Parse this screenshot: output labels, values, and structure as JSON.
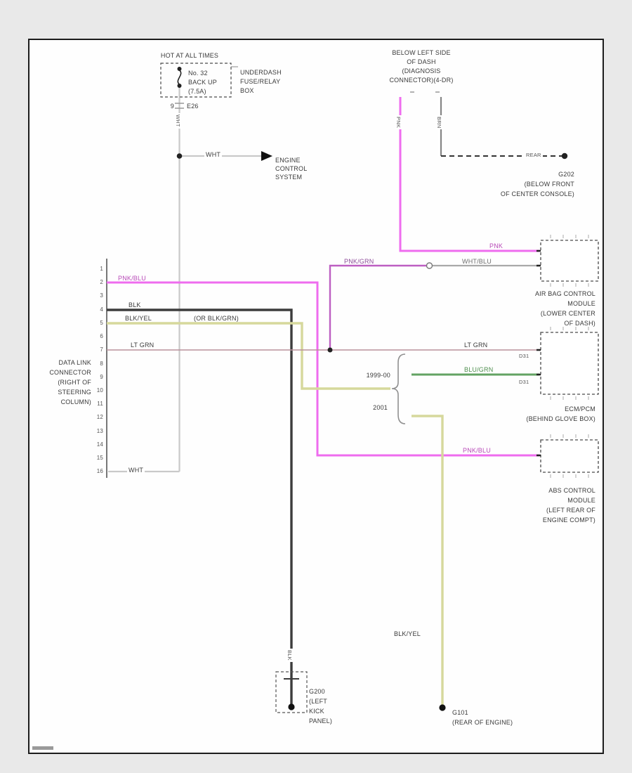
{
  "power": {
    "hot_label": "HOT AT ALL TIMES",
    "fuse": [
      "No. 32",
      "BACK UP",
      "(7.5A)"
    ],
    "fuse_box": [
      "UNDERDASH",
      "FUSE/RELAY",
      "BOX"
    ],
    "pin": "9",
    "connector": "E26",
    "wire": "WHT",
    "branch_wire": "WHT",
    "branch_dest": [
      "ENGINE",
      "CONTROL",
      "SYSTEM"
    ],
    "dlc_wire": "WHT"
  },
  "diagnosis": {
    "location": [
      "BELOW LEFT SIDE",
      "OF DASH",
      "(DIAGNOSIS",
      "CONNECTOR)(4-DR)"
    ],
    "wire_pnk": "PNK",
    "wire_brn": "BRN",
    "rear": "REAR",
    "splice": [
      "G202",
      "(BELOW FRONT",
      "OF CENTER CONSOLE)"
    ],
    "airbag_wire": "PNK"
  },
  "dlc": {
    "pins": [
      "1",
      "2",
      "3",
      "4",
      "5",
      "6",
      "7",
      "8",
      "9",
      "10",
      "11",
      "12",
      "13",
      "14",
      "15",
      "16"
    ],
    "caption": [
      "DATA LINK",
      "CONNECTOR",
      "(RIGHT OF",
      "STEERING",
      "COLUMN)"
    ],
    "pin2_wire": "PNK/BLU",
    "pin4_wire": "BLK",
    "pin5_wire": "BLK/YEL",
    "pin5_alt": "(OR BLK/GRN)",
    "pin7_wire": "LT GRN"
  },
  "airbag": {
    "caption": [
      "AIR BAG CONTROL",
      "MODULE",
      "(LOWER CENTER",
      "OF DASH)"
    ],
    "branch_wire_a": "PNK/GRN",
    "branch_wire_b": "WHT/BLU"
  },
  "ecm": {
    "caption": [
      "ECM/PCM",
      "(BEHIND GLOVE BOX)"
    ],
    "k_line_wire": "LT GRN",
    "scs_wire": "BLU/GRN",
    "pin_top": "D31",
    "pin_bottom": "D31",
    "year_top": "1999-00",
    "year_bottom": "2001"
  },
  "abs": {
    "caption": [
      "ABS CONTROL",
      "MODULE",
      "(LEFT REAR OF",
      "ENGINE COMPT)"
    ],
    "wire": "PNK/BLU"
  },
  "grounds": {
    "g200": [
      "G200",
      "(LEFT",
      "KICK",
      "PANEL)"
    ],
    "g200_wire": "BLK",
    "g101": [
      "G101",
      "(REAR OF ENGINE)"
    ],
    "g101_wire": "BLK/YEL"
  },
  "colors": {
    "pnk": "#ef6cef",
    "violet": "#bd5fc2",
    "blk": "#3c3c3c",
    "blk_yel": "#d6d89c",
    "blu_grn": "#63a363",
    "lt_grn": "#b8909b",
    "wht": "#c9c9c9",
    "wht_blu": "#a9a9a9",
    "brn": "#868686"
  }
}
